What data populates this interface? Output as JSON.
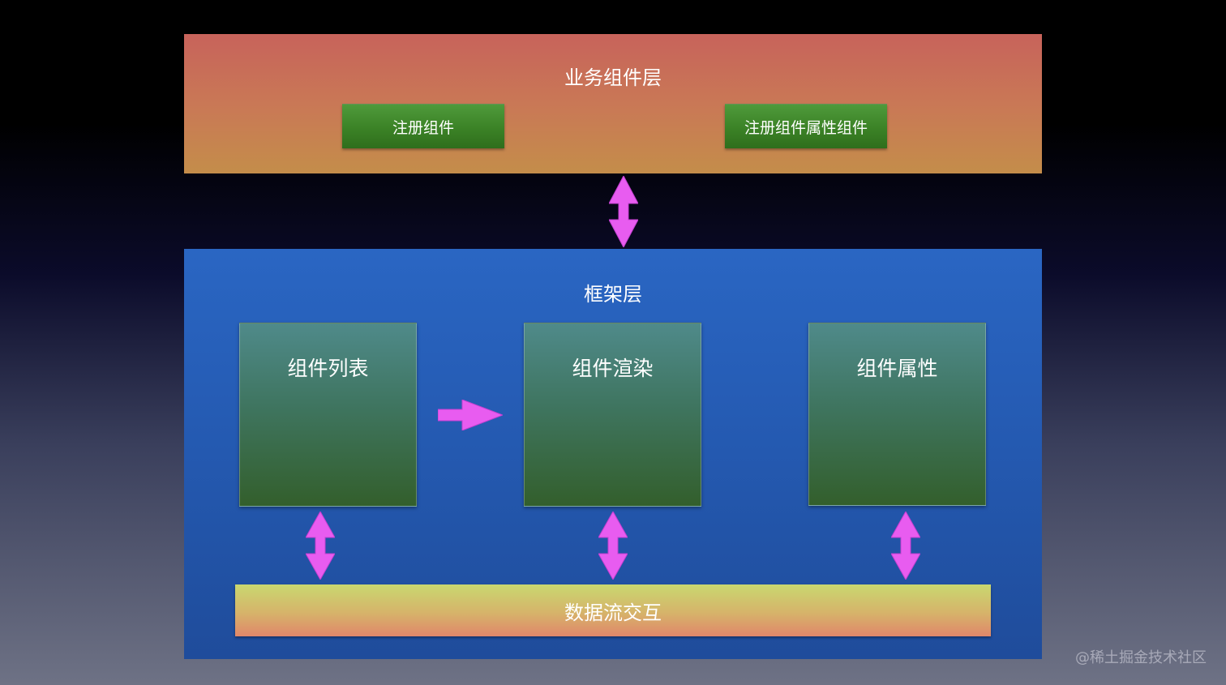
{
  "business_layer": {
    "title": "业务组件层",
    "buttons": [
      "注册组件",
      "注册组件属性组件"
    ]
  },
  "framework_layer": {
    "title": "框架层",
    "modules": [
      "组件列表",
      "组件渲染",
      "组件属性"
    ],
    "dataflow": "数据流交互"
  },
  "colors": {
    "arrow": "#e85cf0",
    "business_top": "#c8635b",
    "business_bottom": "#c48d4a",
    "framework": "#2459b0",
    "button_green": "#3b8226"
  },
  "watermark": "@稀土掘金技术社区"
}
